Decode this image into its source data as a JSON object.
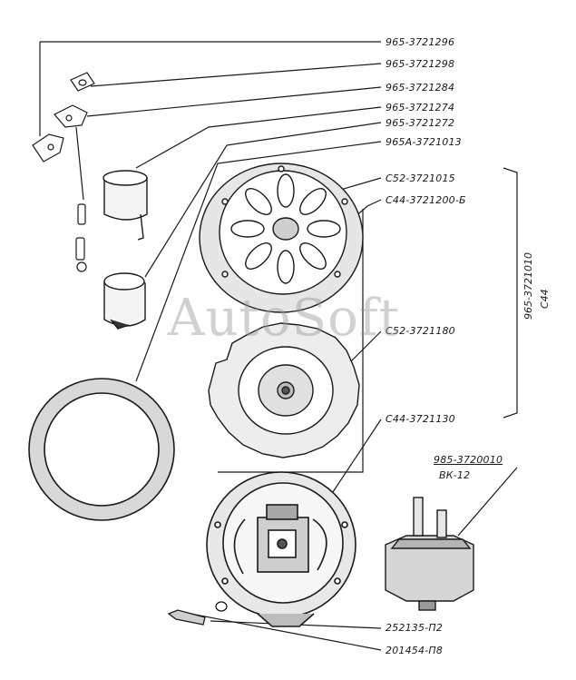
{
  "labels": {
    "part_1": "965-3721296",
    "part_2": "965-3721298",
    "part_3": "965-3721284",
    "part_4": "965-3721274",
    "part_5": "965-3721272",
    "part_6": "965А-3721013",
    "part_7": "С52-3721015",
    "part_8": "С44-3721200-Б",
    "part_9": "С52-3721180",
    "part_10": "С44-3721130",
    "assembly_code": "965-3721010",
    "assembly_model": "С44",
    "relay_code": "985-3720010",
    "relay_model": "ВК-12",
    "screw": "252135-П2",
    "washer": "201454-П8"
  },
  "watermark": "AutoSoft"
}
